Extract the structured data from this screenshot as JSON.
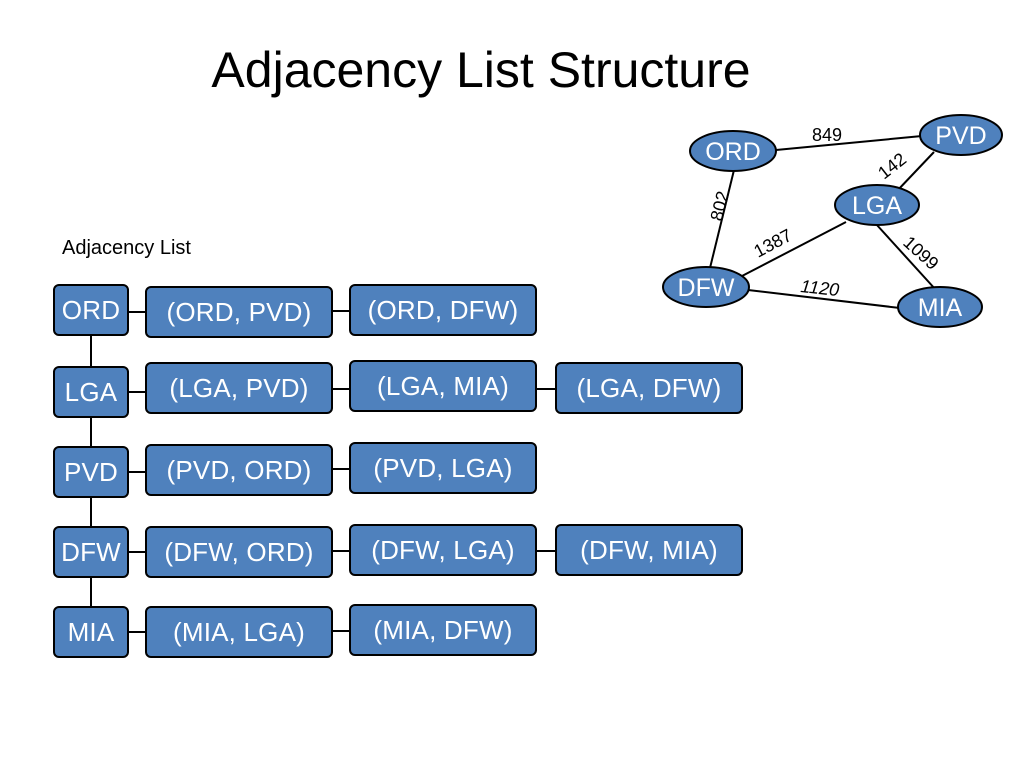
{
  "title": "Adjacency List Structure",
  "list_label": "Adjacency List",
  "colors": {
    "box_fill": "#4f81bd",
    "box_text": "#ffffff",
    "stroke": "#000000"
  },
  "vertices": [
    "ORD",
    "LGA",
    "PVD",
    "DFW",
    "MIA"
  ],
  "adjacency_rows": [
    {
      "vertex": "ORD",
      "edges": [
        "(ORD, PVD)",
        "(ORD, DFW)"
      ]
    },
    {
      "vertex": "LGA",
      "edges": [
        "(LGA, PVD)",
        "(LGA, MIA)",
        "(LGA, DFW)"
      ]
    },
    {
      "vertex": "PVD",
      "edges": [
        "(PVD, ORD)",
        "(PVD, LGA)"
      ]
    },
    {
      "vertex": "DFW",
      "edges": [
        "(DFW, ORD)",
        "(DFW, LGA)",
        "(DFW, MIA)"
      ]
    },
    {
      "vertex": "MIA",
      "edges": [
        "(MIA, LGA)",
        "(MIA, DFW)"
      ]
    }
  ],
  "graph": {
    "nodes": [
      "ORD",
      "PVD",
      "LGA",
      "DFW",
      "MIA"
    ],
    "edges": [
      {
        "from": "ORD",
        "to": "PVD",
        "weight": "849"
      },
      {
        "from": "PVD",
        "to": "LGA",
        "weight": "142"
      },
      {
        "from": "ORD",
        "to": "DFW",
        "weight": "802"
      },
      {
        "from": "DFW",
        "to": "LGA",
        "weight": "1387"
      },
      {
        "from": "LGA",
        "to": "MIA",
        "weight": "1099"
      },
      {
        "from": "DFW",
        "to": "MIA",
        "weight": "1120"
      }
    ]
  }
}
